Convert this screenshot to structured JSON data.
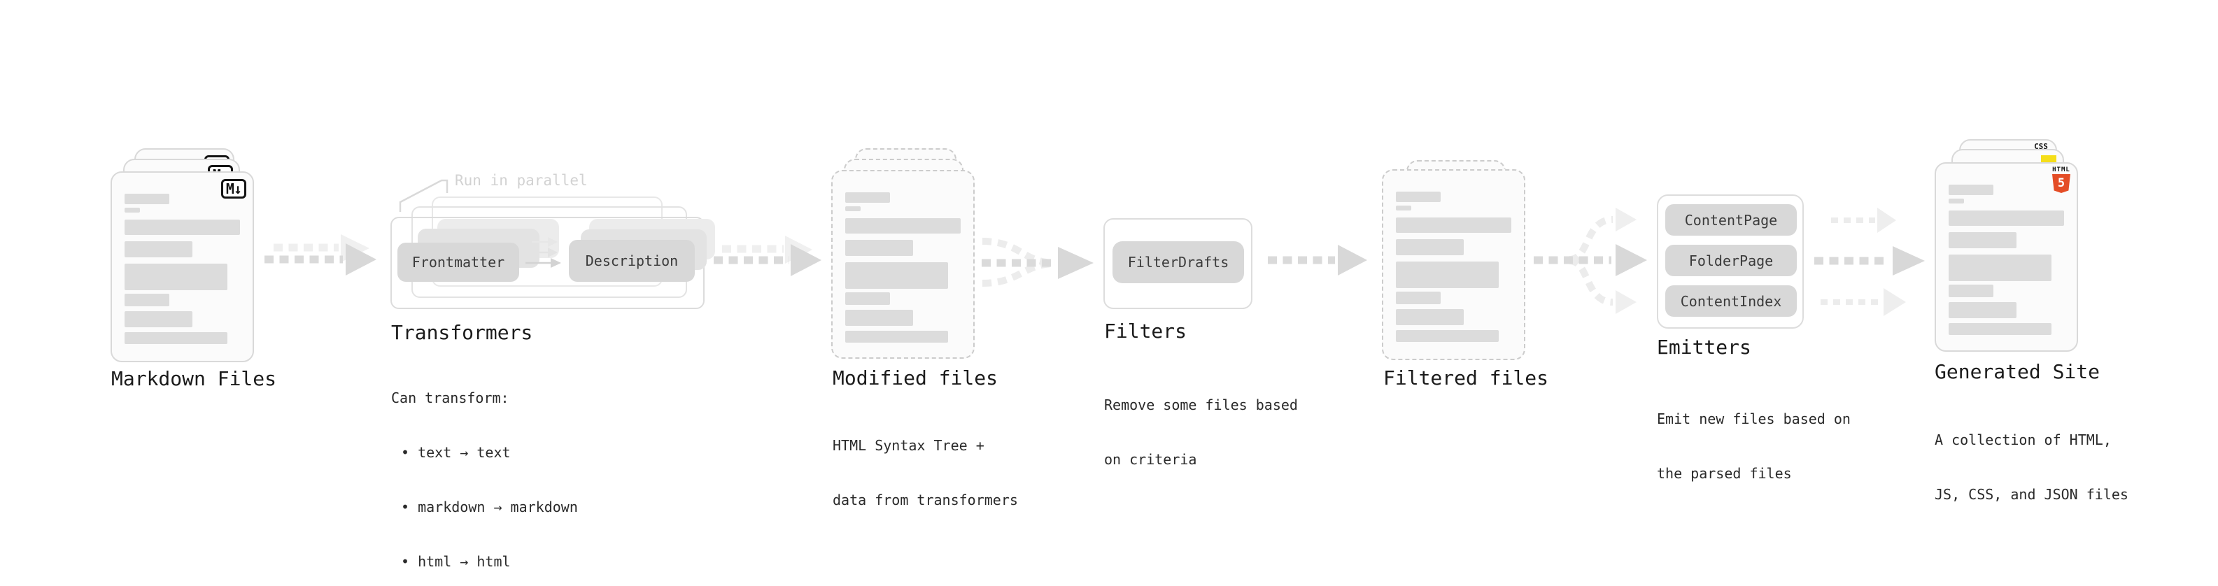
{
  "markdown": {
    "label": "Markdown Files",
    "badge": "M↓"
  },
  "transformers": {
    "note": "Run in parallel",
    "pill_frontmatter": "Frontmatter",
    "pill_description": "Description",
    "label": "Transformers",
    "desc_title": "Can transform:",
    "bullet1": "• text → text",
    "bullet2": "• markdown → markdown",
    "bullet3": "• html → html"
  },
  "modified": {
    "label": "Modified files",
    "desc1": "HTML Syntax Tree +",
    "desc2": "data from transformers"
  },
  "filters": {
    "label": "Filters",
    "pill": "FilterDrafts",
    "desc1": "Remove some files based",
    "desc2": "on criteria"
  },
  "filtered": {
    "label": "Filtered files"
  },
  "emitters": {
    "label": "Emitters",
    "pill1": "ContentPage",
    "pill2": "FolderPage",
    "pill3": "ContentIndex",
    "desc1": "Emit new files based on",
    "desc2": "the parsed files"
  },
  "generated": {
    "label": "Generated Site",
    "badge_css": "CSS",
    "badge_html_text": "HTML",
    "badge_html_number": "5",
    "desc1": "A collection of HTML,",
    "desc2": "JS, CSS, and JSON files"
  },
  "colors": {
    "html5_orange": "#e44d26",
    "js_yellow": "#f5de19",
    "css_blue": "#2760e6"
  }
}
